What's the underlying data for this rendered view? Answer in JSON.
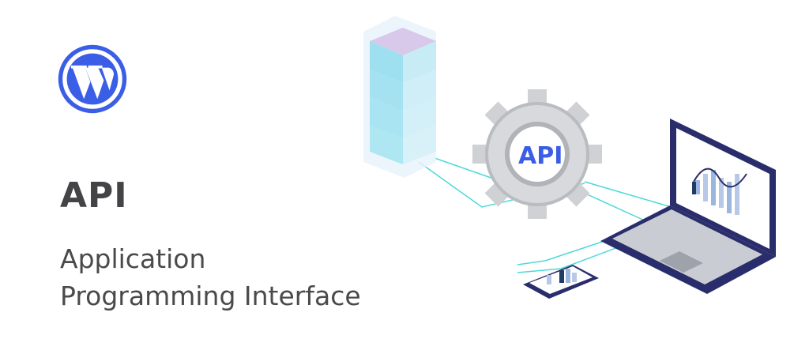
{
  "hero": {
    "title": "API",
    "subtitle_line1": "Application",
    "subtitle_line2": "Programming Interface",
    "gear_label": "API"
  },
  "colors": {
    "brand_blue": "#3b5ee6",
    "text": "#444446",
    "connector": "#4fd8d8",
    "laptop": "#2a2d6b"
  },
  "icons": {
    "logo": "wordpress-logo",
    "server": "server-stack-icon",
    "gear": "gear-icon",
    "laptop": "laptop-icon",
    "phone": "smartphone-icon"
  }
}
